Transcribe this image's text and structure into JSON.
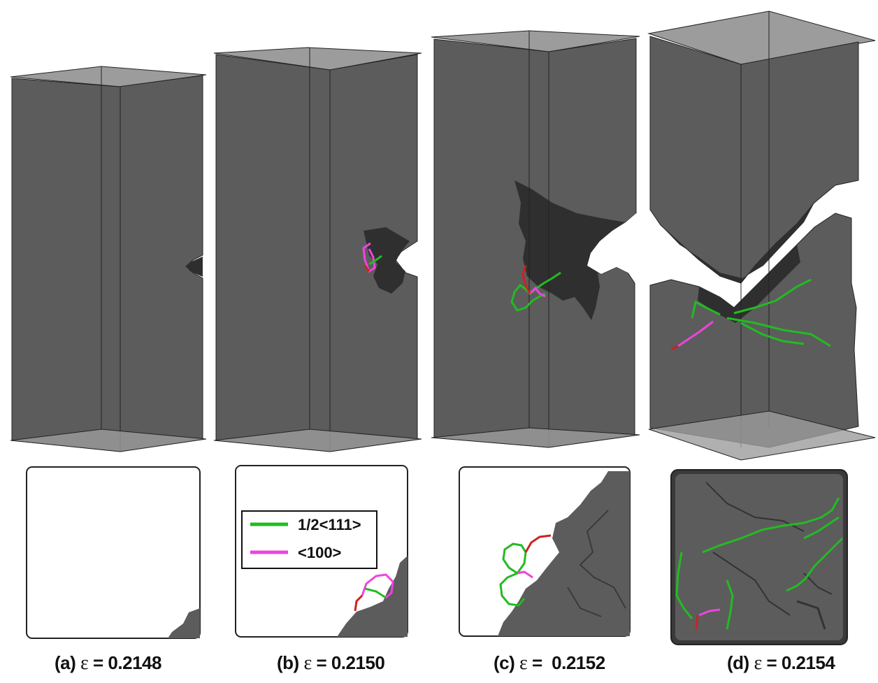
{
  "panels": [
    {
      "id": "a",
      "caption_prefix": "(a)",
      "symbol": "ε",
      "caption_value": "= 0.2148"
    },
    {
      "id": "b",
      "caption_prefix": "(b)",
      "symbol": "ε",
      "caption_value": "= 0.2150"
    },
    {
      "id": "c",
      "caption_prefix": "(c)",
      "symbol": "ε",
      "caption_value": "=  0.2152"
    },
    {
      "id": "d",
      "caption_prefix": "(d)",
      "symbol": "ε",
      "caption_value": "= 0.2154"
    }
  ],
  "legend": {
    "entries": [
      {
        "label": "1/2<111>",
        "color": "#22bb22"
      },
      {
        "label": "<100>",
        "color": "#ee44dd"
      }
    ]
  },
  "colors": {
    "solid": "#5c5c5c",
    "solid_dark": "#3a3a3a",
    "cap": "#9a9a9a",
    "dislocation_111": "#22bb22",
    "dislocation_100": "#ee44dd",
    "junction": "#cc2222"
  }
}
